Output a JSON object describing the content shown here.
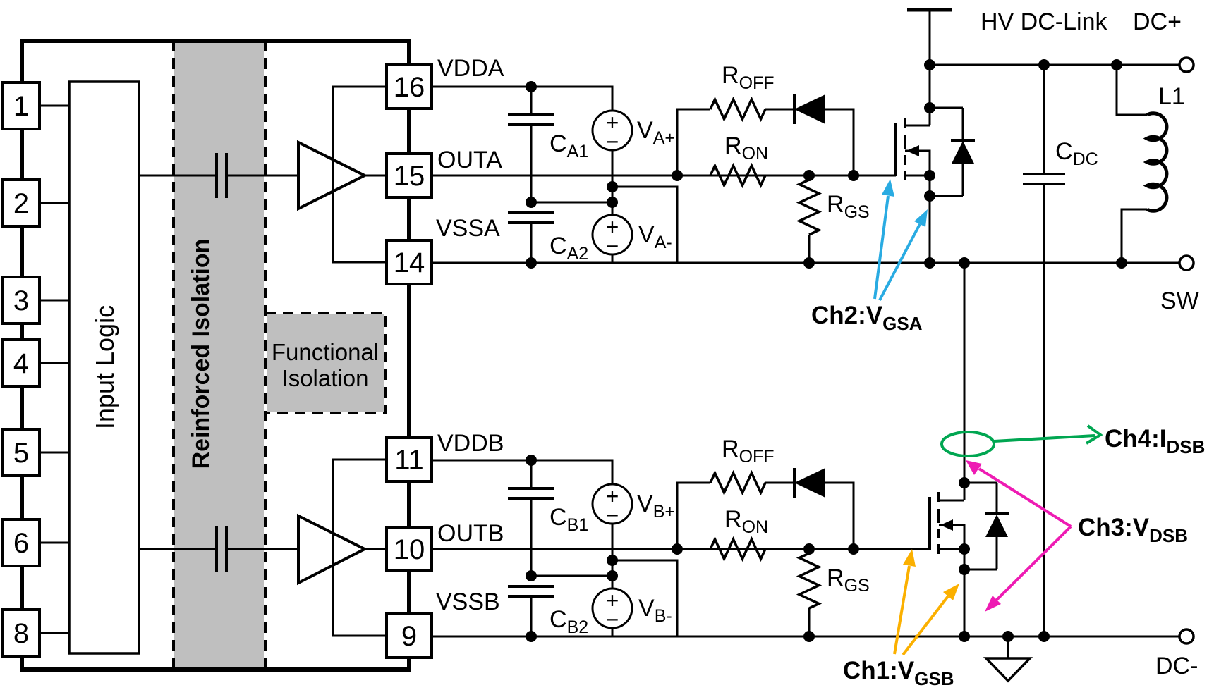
{
  "schematic": {
    "ic": {
      "left_pins": [
        "1",
        "2",
        "3",
        "4",
        "5",
        "6",
        "8"
      ],
      "input_logic_label": "Input Logic",
      "reinforced_isolation_label": "Reinforced Isolation",
      "functional_isolation_line1": "Functional",
      "functional_isolation_line2": "Isolation",
      "pins": {
        "vdda": {
          "number": "16",
          "name": "VDDA"
        },
        "outa": {
          "number": "15",
          "name": "OUTA"
        },
        "vssa": {
          "number": "14",
          "name": "VSSA"
        },
        "vddb": {
          "number": "11",
          "name": "VDDB"
        },
        "outb": {
          "number": "10",
          "name": "OUTB"
        },
        "vssb": {
          "number": "9",
          "name": "VSSB"
        }
      }
    },
    "components": {
      "ca1": {
        "base": "C",
        "sub": "A1"
      },
      "ca2": {
        "base": "C",
        "sub": "A2"
      },
      "cb1": {
        "base": "C",
        "sub": "B1"
      },
      "cb2": {
        "base": "C",
        "sub": "B2"
      },
      "cdc": {
        "base": "C",
        "sub": "DC"
      },
      "va_plus": {
        "base": "V",
        "sub": "A+"
      },
      "va_minus": {
        "base": "V",
        "sub": "A-"
      },
      "vb_plus": {
        "base": "V",
        "sub": "B+"
      },
      "vb_minus": {
        "base": "V",
        "sub": "B-"
      },
      "r_off": {
        "base": "R",
        "sub": "OFF"
      },
      "r_on": {
        "base": "R",
        "sub": "ON"
      },
      "r_gs": {
        "base": "R",
        "sub": "GS"
      },
      "inductor": "L1"
    },
    "symbols": {
      "plus": "+",
      "minus": "−"
    },
    "power_labels": {
      "hv_dc_link": "HV DC-Link",
      "dc_plus": "DC+",
      "sw": "SW",
      "dc_minus": "DC-"
    },
    "probes": {
      "ch1": {
        "base": "Ch1:V",
        "sub": "GSB",
        "color": "#FBB000"
      },
      "ch2": {
        "base": "Ch2:V",
        "sub": "GSA",
        "color": "#29ABE2"
      },
      "ch3": {
        "base": "Ch3:V",
        "sub": "DSB",
        "color": "#EE1BB3"
      },
      "ch4": {
        "base": "Ch4:I",
        "sub": "DSB",
        "color": "#00A651"
      }
    },
    "colors": {
      "isolation_fill": "#BFBFBF",
      "wire": "#000000",
      "background": "#FFFFFF"
    }
  }
}
